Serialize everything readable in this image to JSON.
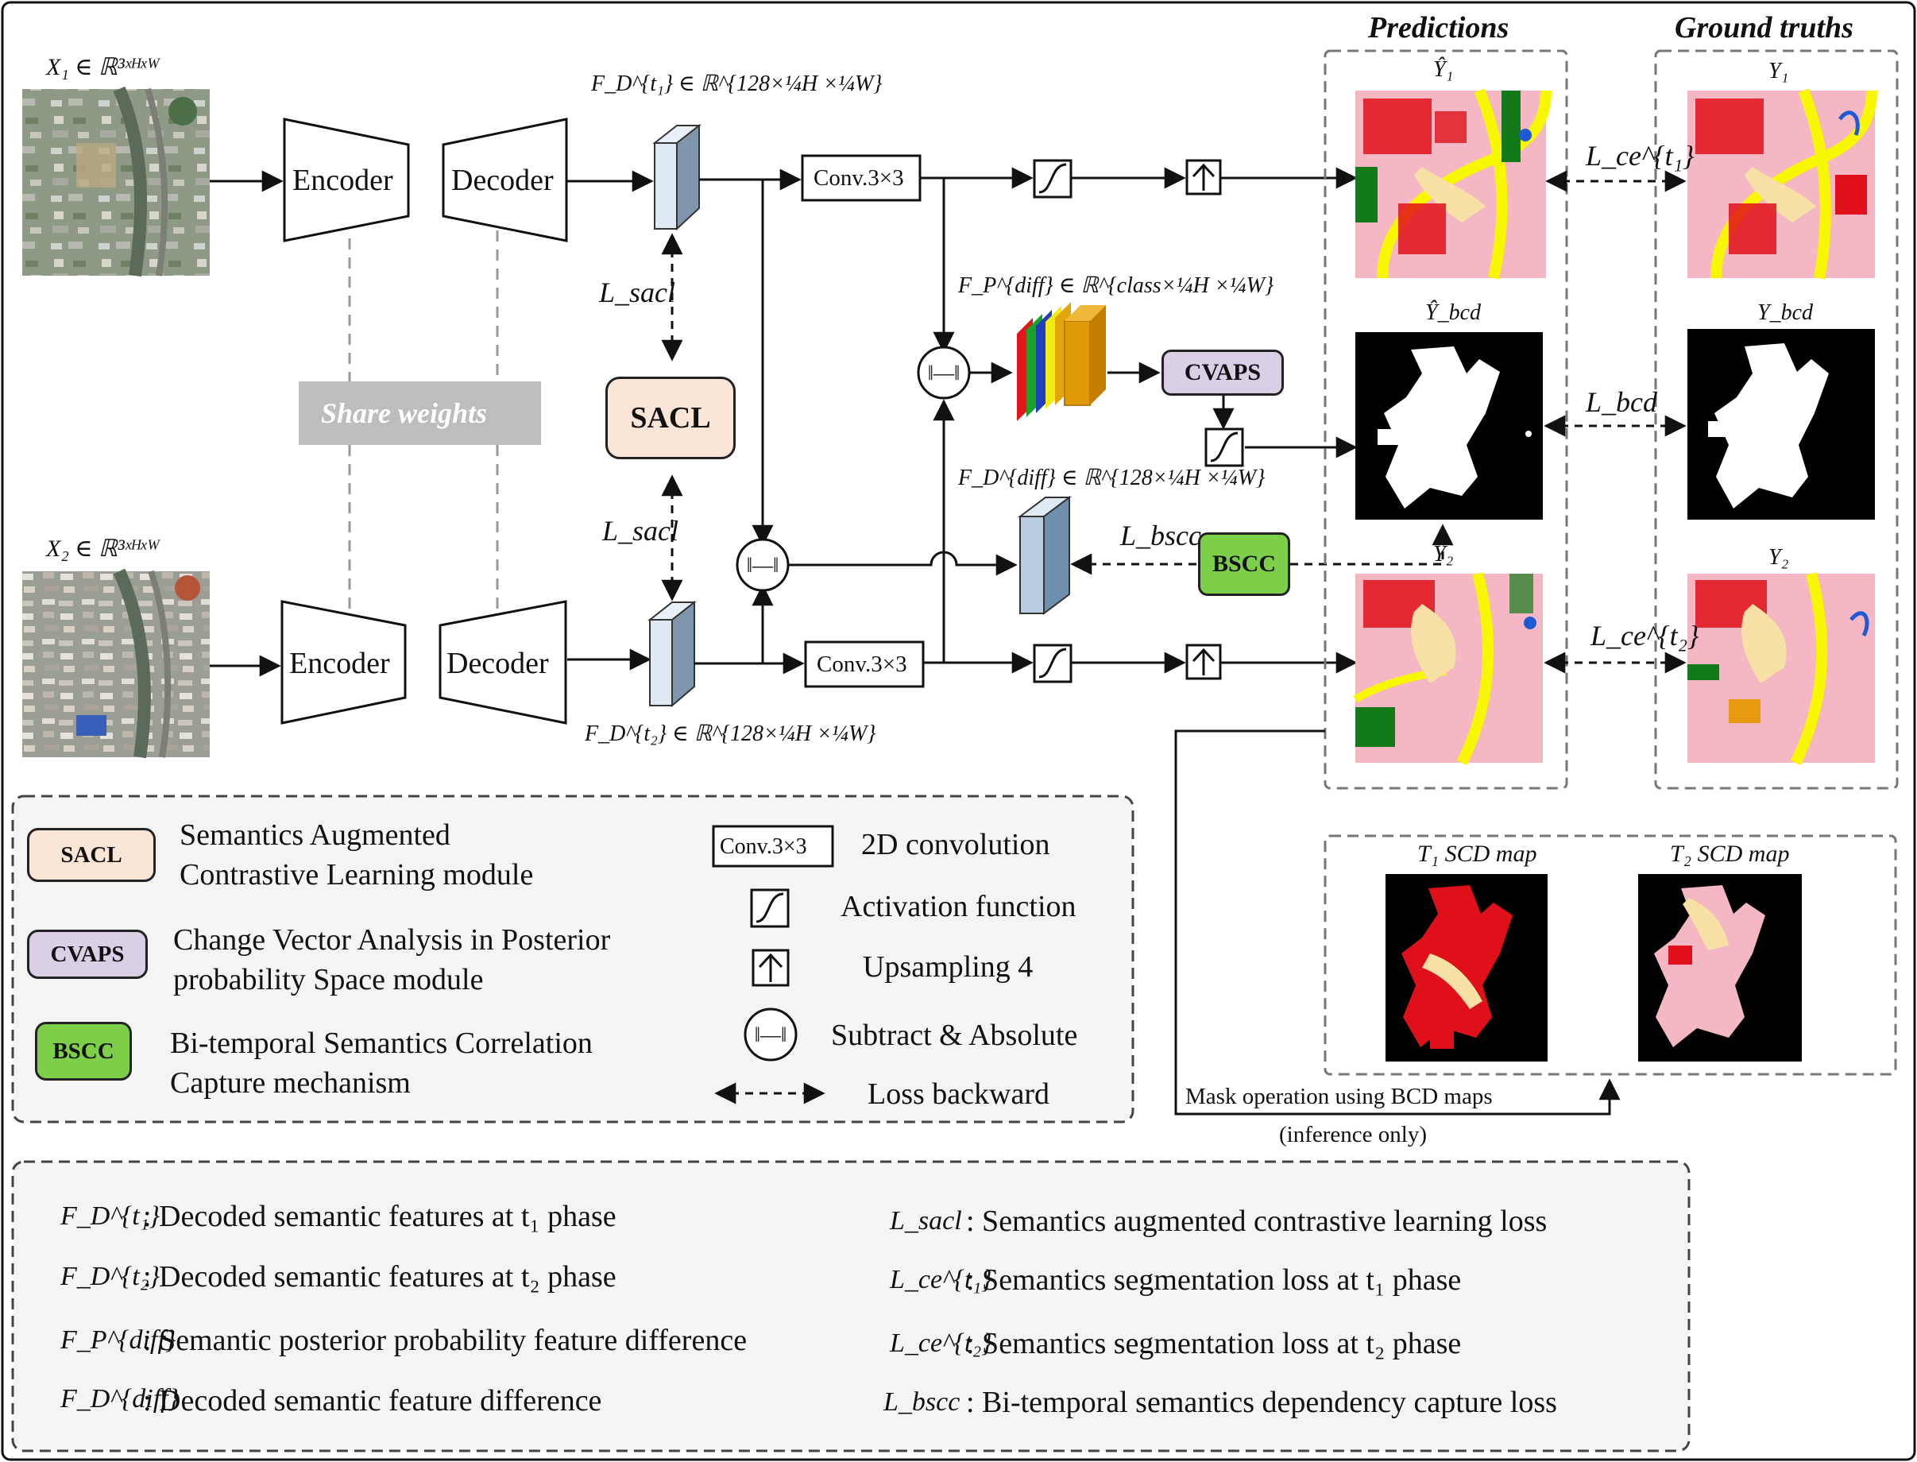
{
  "colors": {
    "sacl_fill": "#fbe5d6",
    "cvaps_fill": "#d9d0e6",
    "bscc_fill": "#7dcf49",
    "share_fill": "#bdbdbd",
    "feature_fill": "#c6d7e8",
    "legend_bg": "#f4f4f4",
    "mask_pink": "#f4b7c3",
    "mask_red": "#e0101a",
    "mask_yellow": "#f7f700",
    "mask_green": "#137a1a",
    "mask_cream": "#f6e0a6",
    "mask_blue": "#1f5ad6"
  },
  "icons": [
    "sigmoid-icon",
    "upsample-icon",
    "subtract-abs-icon",
    "dashed-arrow-icon"
  ],
  "inputs": {
    "x1": "X₁ ∈ ℝ³ˣᴴˣᵂ",
    "x2": "X₂ ∈ ℝ³ˣᴴˣᵂ"
  },
  "blocks": {
    "encoder": "Encoder",
    "decoder": "Decoder",
    "share_weights": "Share weights",
    "conv": "Conv.3×3",
    "sacl": "SACL",
    "cvaps": "CVAPS",
    "bscc": "BSCC"
  },
  "features": {
    "fd_t1": "F_D^{t₁} ∈ ℝ^{128×¼H ×¼W}",
    "fd_t2": "F_D^{t₂} ∈ ℝ^{128×¼H ×¼W}",
    "fp_diff": "F_P^{diff} ∈ ℝ^{class×¼H ×¼W}",
    "fd_diff": "F_D^{diff} ∈ ℝ^{128×¼H ×¼W}"
  },
  "losses": {
    "l_sacl": "L_sacl",
    "l_bscc": "L_bscc",
    "l_ce_t1": "L_ce^{t₁}",
    "l_ce_t2": "L_ce^{t₂}",
    "l_bcd": "L_bcd"
  },
  "panels": {
    "predictions": "Predictions",
    "ground_truths": "Ground truths",
    "y1_hat": "Ŷ₁",
    "ybcd_hat": "Ŷ_bcd",
    "y2_hat": "Ŷ₂",
    "y1": "Y₁",
    "ybcd": "Y_bcd",
    "y2": "Y₂",
    "t1_scd": "T₁ SCD map",
    "t2_scd": "T₂ SCD map",
    "mask_op": "Mask operation using BCD maps",
    "inference": "(inference only)"
  },
  "legend_modules": [
    {
      "tag": "SACL",
      "line1": "Semantics Augmented",
      "line2": "Contrastive Learning module"
    },
    {
      "tag": "CVAPS",
      "line1": "Change Vector Analysis in Posterior",
      "line2": "probability Space module"
    },
    {
      "tag": "BSCC",
      "line1": "Bi-temporal Semantics Correlation",
      "line2": "Capture mechanism"
    }
  ],
  "legend_ops": [
    {
      "icon": "conv",
      "label": "2D convolution"
    },
    {
      "icon": "sigmoid",
      "label": "Activation function"
    },
    {
      "icon": "upsample",
      "label": "Upsampling 4"
    },
    {
      "icon": "subtract",
      "label": "Subtract & Absolute"
    },
    {
      "icon": "arrow",
      "label": "Loss backward"
    }
  ],
  "notation_left": [
    {
      "sym": "F_D^{t₁}",
      "desc": ": Decoded semantic features at t₁ phase"
    },
    {
      "sym": "F_D^{t₂}",
      "desc": ": Decoded semantic features at t₂ phase"
    },
    {
      "sym": "F_P^{diff}",
      "desc": ": Semantic posterior probability feature difference"
    },
    {
      "sym": "F_D^{diff}",
      "desc": ": Decoded semantic feature difference"
    }
  ],
  "notation_right": [
    {
      "sym": "L_sacl",
      "desc": ": Semantics augmented contrastive learning loss"
    },
    {
      "sym": "L_ce^{t₁}",
      "desc": ": Semantics segmentation loss at t₁ phase"
    },
    {
      "sym": "L_ce^{t₂}",
      "desc": ": Semantics segmentation loss at t₂ phase"
    },
    {
      "sym": "L_bscc",
      "desc": ": Bi-temporal semantics dependency capture loss"
    }
  ]
}
